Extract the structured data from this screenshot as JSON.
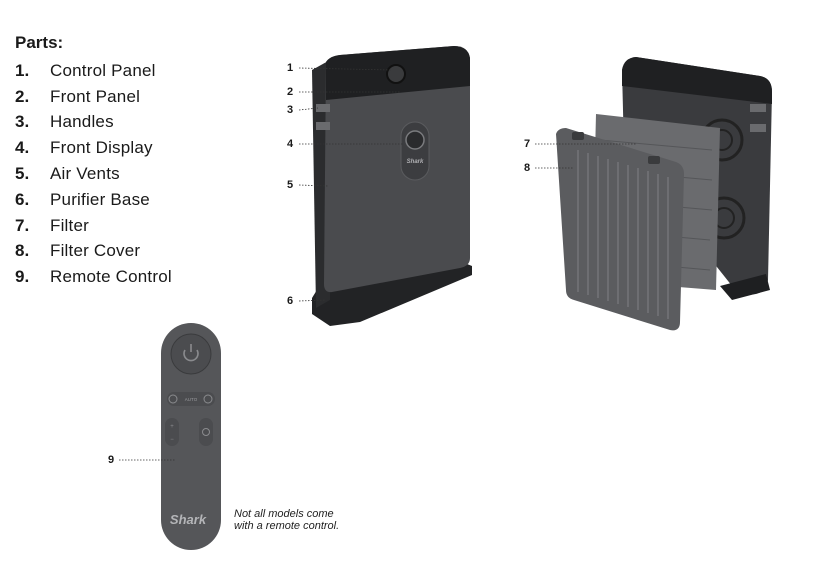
{
  "parts_title": "Parts:",
  "parts": [
    {
      "number": "1.",
      "name": "Control Panel"
    },
    {
      "number": "2.",
      "name": "Front Panel"
    },
    {
      "number": "3.",
      "name": "Handles"
    },
    {
      "number": "4.",
      "name": "Front Display"
    },
    {
      "number": "5.",
      "name": "Air Vents"
    },
    {
      "number": "6.",
      "name": "Purifier Base"
    },
    {
      "number": "7.",
      "name": "Filter"
    },
    {
      "number": "8.",
      "name": "Filter Cover"
    },
    {
      "number": "9.",
      "name": "Remote Control"
    }
  ],
  "callouts": [
    "1",
    "2",
    "3",
    "4",
    "5",
    "6",
    "7",
    "8",
    "9"
  ],
  "brand": "Shark",
  "remote_buttons": {
    "auto": "AUTO"
  },
  "note_lines": [
    "Not all models come",
    "with a remote control."
  ],
  "colors": {
    "device": "#4a4b4e",
    "device_dark": "#2e2f31",
    "filter": "#5e5f62",
    "remote": "#555659"
  }
}
